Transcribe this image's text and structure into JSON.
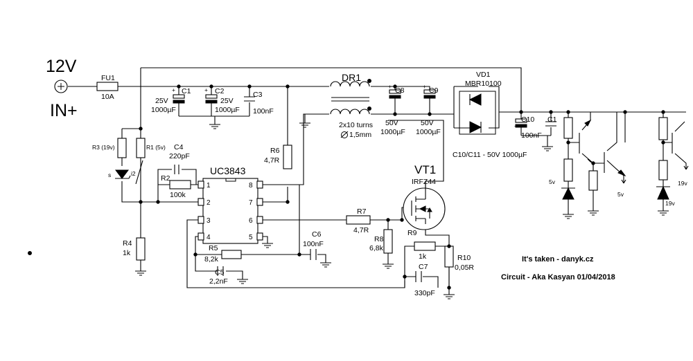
{
  "supply": {
    "voltage": "12V",
    "input": "IN+"
  },
  "components": {
    "fu1": {
      "ref": "FU1",
      "value": "10A"
    },
    "c1a": {
      "ref": "C1",
      "value": "25V 1000µF",
      "v": "25V",
      "c": "1000µF"
    },
    "c2": {
      "ref": "C2",
      "v": "25V",
      "c": "1000µF"
    },
    "c3": {
      "ref": "C3",
      "value": "100nF"
    },
    "dr1": {
      "ref": "DR1",
      "turns": "2x10 turns",
      "wire": "1,5mm"
    },
    "c8": {
      "ref": "C8",
      "v": "50V",
      "c": "1000µF"
    },
    "c9": {
      "ref": "C9",
      "v": "50V",
      "c": "1000µF"
    },
    "vd1": {
      "ref": "VD1",
      "part": "MBR10100"
    },
    "c10": {
      "ref": "C10",
      "value": "100nF"
    },
    "c1b": {
      "ref": "C1"
    },
    "c1011": {
      "note": "C10/C11 - 50V 1000µF"
    },
    "r3": {
      "ref": "R3 (19v)"
    },
    "r1": {
      "ref": "R1 (5v)"
    },
    "c4": {
      "ref": "C4",
      "value": "220pF"
    },
    "r2": {
      "ref": "R2",
      "value": "100k"
    },
    "r6": {
      "ref": "R6",
      "value": "4,7R"
    },
    "ic": {
      "part": "UC3843",
      "pins": [
        "1",
        "2",
        "3",
        "4",
        "8",
        "7",
        "6",
        "5"
      ]
    },
    "vt1": {
      "ref": "VT1",
      "part": "IRFZ44"
    },
    "r7": {
      "ref": "R7",
      "value": "4,7R"
    },
    "r8": {
      "ref": "R8",
      "value": "6,8k"
    },
    "r9": {
      "ref": "R9",
      "value": "1k"
    },
    "r10": {
      "ref": "R10",
      "value": "0,05R"
    },
    "c6": {
      "ref": "C6",
      "value": "100nF"
    },
    "r5": {
      "ref": "R5",
      "value": "8,2k"
    },
    "c5": {
      "ref": "C5",
      "value": "2,2nF"
    },
    "c7": {
      "ref": "C7",
      "value": "330pF"
    },
    "r4": {
      "ref": "R4",
      "value": "1k"
    },
    "tl431": {
      "pin_s": "s",
      "pin_2": "i2"
    }
  },
  "outputs": {
    "out1": "5v",
    "out2": "5v",
    "out3": "19v",
    "out4": "19v"
  },
  "credits": {
    "line1": "It's taken - danyk.cz",
    "line2": "Circuit - Aka Kasyan 01/04/2018"
  }
}
